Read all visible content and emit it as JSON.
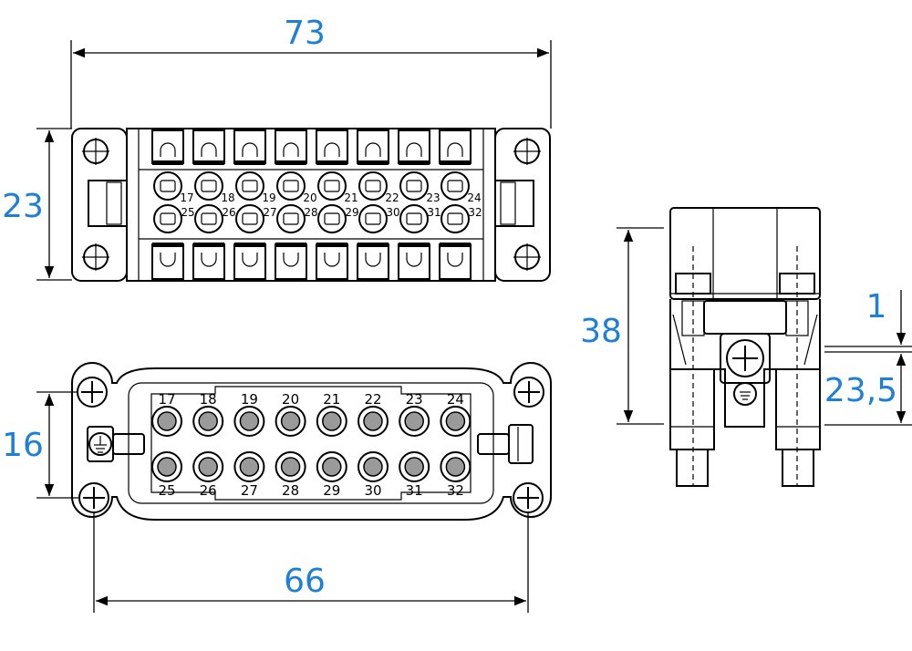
{
  "dimensions": {
    "top_width": "73",
    "top_height": "23",
    "bottom_height": "16",
    "bottom_mount_spacing": "66",
    "side_height": "38",
    "side_offset": "1",
    "side_mount_height": "23,5"
  },
  "pins_top_row": [
    "17",
    "18",
    "19",
    "20",
    "21",
    "22",
    "23",
    "24"
  ],
  "pins_bottom_row": [
    "25",
    "26",
    "27",
    "28",
    "29",
    "30",
    "31",
    "32"
  ],
  "colors": {
    "dimension_text": "#1e7fd8",
    "line": "#000000",
    "pin_core": "#9a9a9a"
  }
}
